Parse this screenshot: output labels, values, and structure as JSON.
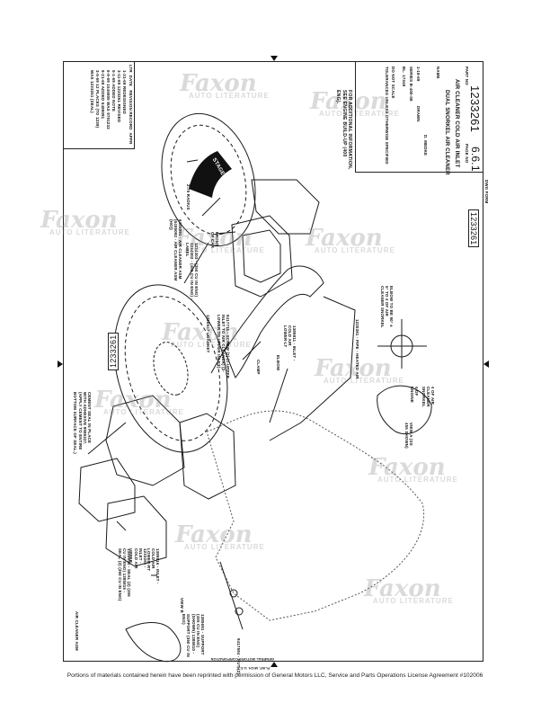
{
  "document": {
    "drawing_number": "1233261",
    "page_no_label": "PAGE NO",
    "page_no": "6.6.1",
    "title_line1": "DUAL SNORKEL AIR CLEANER",
    "title_line2": "AIR CLEANER COLD AIR INLET",
    "part_no_label": "PART NO",
    "name_label": "NAME",
    "drawn_label": "D. MEDKE",
    "checked": "DRAWN",
    "scale_row": "1-18-69",
    "model_row": "SERIES B-400-08",
    "release": "BL. 17348",
    "do_not_scale": "DO NOT SCALE",
    "tolerance_note": "TOLERANCES UNLESS OTHERWISE SPECIFIED",
    "corporation": "GENERAL MOTORS CORPORATION",
    "location": "FLINT, MICH. U.S.A.",
    "dwg_form": "DWG FORM"
  },
  "notes": {
    "additional_info": "FOR ADDITIONAL INFORMATION, SEE ENGINE BUILD-UP (400 ENG)."
  },
  "revisions": {
    "header": [
      "LTR",
      "DATE",
      "REVISION RECORD",
      "APPR"
    ],
    "rows": [
      "1-31-69  REDESIGNED",
      "3-11-69  1233261 REVISED",
      "5-1-69  ADDED NOTE",
      "6-9-69  1545005 WAS 9791233",
      "9-21-69  ADDED 6480091",
      "3-5-69  12 PLACES (TO 1239)",
      "WAS 1233261 (SEAL)"
    ]
  },
  "callouts": {
    "air_cleaner_asm": "6485091 - AIR CLEANER ASM (6485092 - AIR CLEANER ASM (HO))",
    "label": "1234303 - (350 CU IN ENG) 1234302 - (400 CU IN ENG) - LABEL",
    "front_of_car": "FRONT OF CAR",
    "gasket": "1220047 - GASKET",
    "screw": "9417711 - SCREW (2) (1-UPPER INLET TO AIR CLEANER) (2-LOWER TO UPPER INLET)",
    "clamp": "CLAMP",
    "elbow": "ELBOW",
    "inlet_lower_lt": "1389811 - INLET - COLD AIR LOWER-LT",
    "pipe_heated": "1220381 - PIPE - HEATED AIR",
    "elbow_note": "ELBOW TO BE 90° ± 5° TO ¢ OF AIR CLEANER SNORKEL",
    "engine_cl": "¢ OF ENGINE",
    "snorkel_cl": "¢ OF AIR CLEANER SNORKEL",
    "view_a": "VIEW A (SS 455 SHOWN)",
    "cement_seal": "CEMENT SEAL IN PLACE WITH ADHESIVE 9985327. (APPLY CEMENT TO ENTIRE BOTTOM SURFACE OF SEAL.)",
    "seal": "1385694 - SEAL (2) (455 CU IN ENG) 1385815 - SEAL (2) (350 CU IN ENG)",
    "inlet_upper": "1233261 - INLET - COLD AIR UPPER",
    "inlet_lower_rt": "1389816 - INLET - COLD AIR LOWER-RT",
    "air_cleaner_asm_left": "AIR CLEANER ASM",
    "view_b": "VIEW B",
    "support": "1385691 - SUPPORT (455 CU IN ENG) (SHOWN) 1385810 - SUPPORT (350 CU IN ENG)",
    "nut": "9417594 - NUT (2)",
    "radius": "2.75 RADIUS",
    "stage_badge": "STAGE 1",
    "decal_text": "STAGE 1"
  },
  "footer": {
    "license": "Portions of materials contained herein have been reprinted with permission of General Motors LLC, Service and Parts Operations License Agreement #102006"
  },
  "watermark": {
    "brand": "Faxon",
    "sub": "AUTO LITERATURE"
  }
}
